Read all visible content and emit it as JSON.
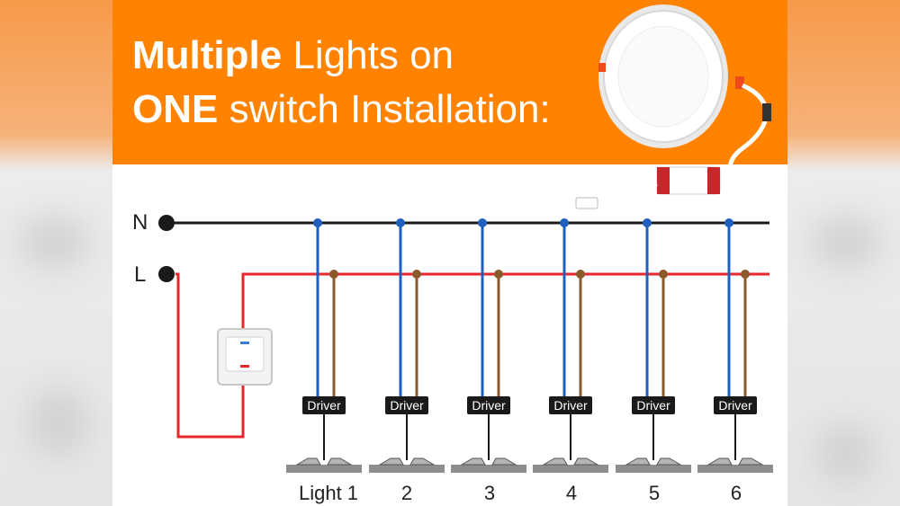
{
  "title": {
    "line1_bold": "Multiple",
    "line1_rest": " Lights on",
    "line2_bold": "ONE",
    "line2_rest": " switch Installation:"
  },
  "terminals": {
    "neutral": "N",
    "live": "L"
  },
  "driver_label": "Driver",
  "lights": [
    {
      "label": "Light 1"
    },
    {
      "label": "2"
    },
    {
      "label": "3"
    },
    {
      "label": "4"
    },
    {
      "label": "5"
    },
    {
      "label": "6"
    }
  ],
  "colors": {
    "banner": "#ff8200",
    "neutral_wire": "#1a1a1a",
    "live_wire": "#e8262b",
    "blue_wire": "#1f5fbf",
    "brown_wire": "#8a5a2b"
  },
  "icons": [
    "led-downlight-icon",
    "led-driver-icon",
    "wall-switch-icon",
    "ceiling-light-icon"
  ]
}
